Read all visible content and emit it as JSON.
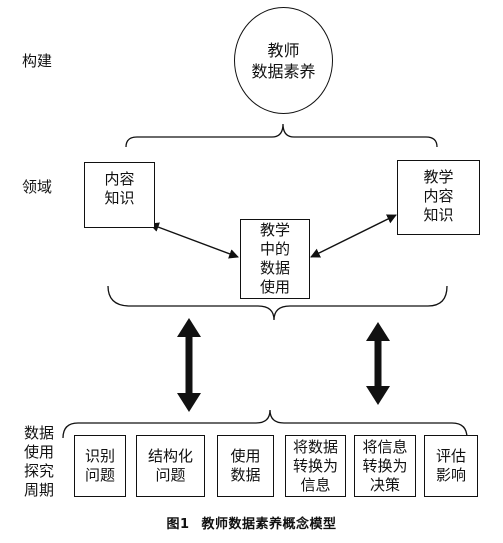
{
  "row_labels": {
    "construct": "构建",
    "domain": "领域",
    "cycle": "数据\n使用\n探究\n周期"
  },
  "core_concept": "教师\n数据素养",
  "domain_nodes": {
    "content_knowledge": "内容\n知识",
    "pedagogical_content_knowledge": "教学\n内容\n知识",
    "data_use_in_teaching": "教学\n中的\n数据\n使用"
  },
  "inquiry_steps": [
    "识别\n问题",
    "结构化\n问题",
    "使用\n数据",
    "将数据\n转换为\n信息",
    "将信息\n转换为\n决策",
    "评估\n影响"
  ],
  "caption": {
    "number": "图1",
    "title": "教师数据素养概念模型"
  }
}
